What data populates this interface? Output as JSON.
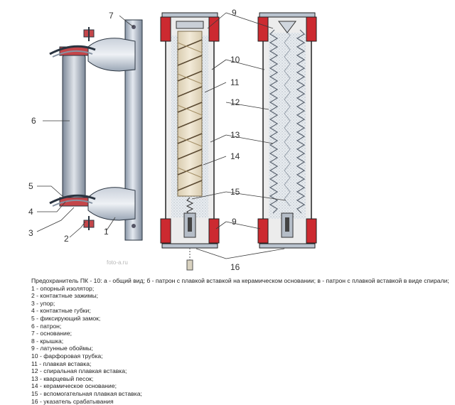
{
  "figure": {
    "watermark": "foto-a.ru",
    "callouts": {
      "n1": "1",
      "n2": "2",
      "n3": "3",
      "n4": "4",
      "n5": "5",
      "n6": "6",
      "n7": "7",
      "n9a": "9",
      "n9b": "9",
      "n10": "10",
      "n11": "11",
      "n12": "12",
      "n13": "13",
      "n14": "14",
      "n15": "15",
      "n16": "16"
    }
  },
  "caption": {
    "title": "Предохранитель ПК - 10: а  -  общий вид; б  -  патрон с плавкой вставкой на керамическом основании; в  -  патрон с плавкой вставкой в виде спирали;",
    "items": [
      "1  -  опорный изолятор;",
      "2  -  контактные зажимы;",
      "3  -  упор;",
      "4  -  контактные губки;",
      "5  -  фиксирующий замок;",
      "6  -  патрон;",
      "7  -  основание;",
      "8  -  крышка;",
      "9  -  латунные обоймы;",
      "10  -  фарфоровая трубка;",
      "11  -  плавкая вставка;",
      "12  -  спиральная плавкая вставка;",
      "13  -  кварцевый песок;",
      "14  -  керамическое основание;",
      "15  -  вспомогательная плавкая вставка;",
      "16  -  указатель срабатывания"
    ]
  }
}
